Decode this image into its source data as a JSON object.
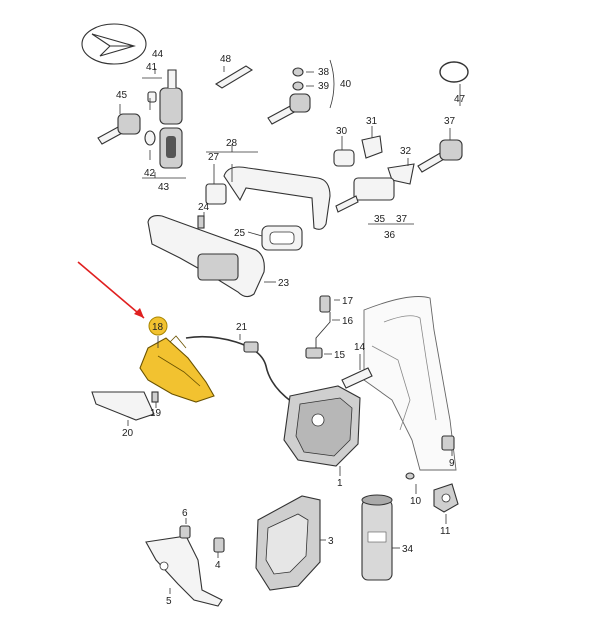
{
  "diagram": {
    "highlighted_part": "18",
    "highlight_color": "#f2c230",
    "arrow_color": "#e02020",
    "labels": {
      "p1": "1",
      "p3": "3",
      "p4": "4",
      "p5": "5",
      "p6": "6",
      "p9": "9",
      "p10": "10",
      "p11": "11",
      "p14": "14",
      "p15": "15",
      "p16": "16",
      "p17": "17",
      "p18": "18",
      "p19": "19",
      "p20": "20",
      "p21": "21",
      "p23": "23",
      "p24": "24",
      "p25": "25",
      "p27": "27",
      "p28": "28",
      "p30": "30",
      "p31": "31",
      "p32": "32",
      "p34": "34",
      "p35": "35",
      "p36": "36",
      "p37a": "37",
      "p37b": "37",
      "p38": "38",
      "p39": "39",
      "p40": "40",
      "p41": "41",
      "p42": "42",
      "p43": "43",
      "p44": "44",
      "p45": "45",
      "p47": "47",
      "p48": "48"
    }
  }
}
